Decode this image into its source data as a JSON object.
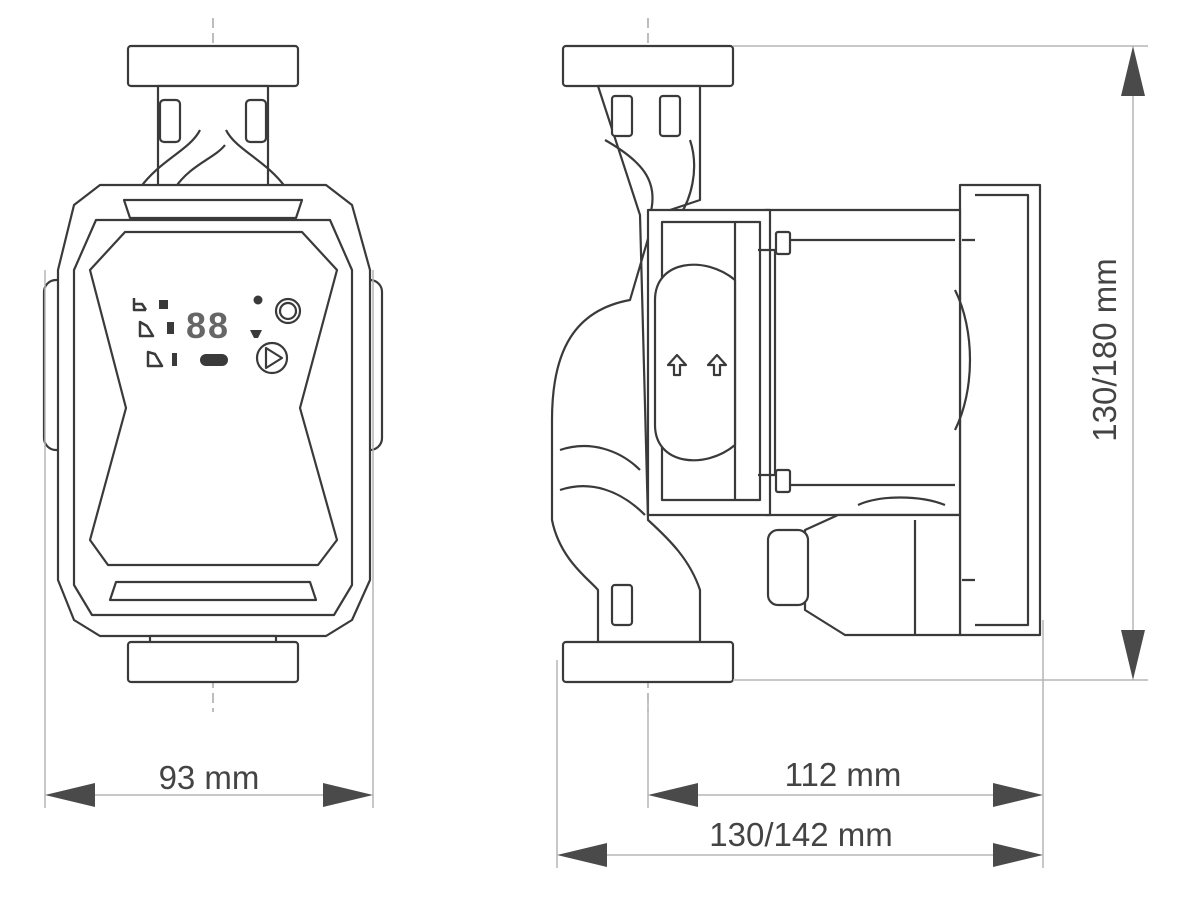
{
  "title": "Circulation pump dimension drawing",
  "dimensions": {
    "front_width": "93 mm",
    "side_depth": "112 mm",
    "side_total_length": "130/142 mm",
    "height": "130/180 mm"
  },
  "display": {
    "digits": "88"
  }
}
